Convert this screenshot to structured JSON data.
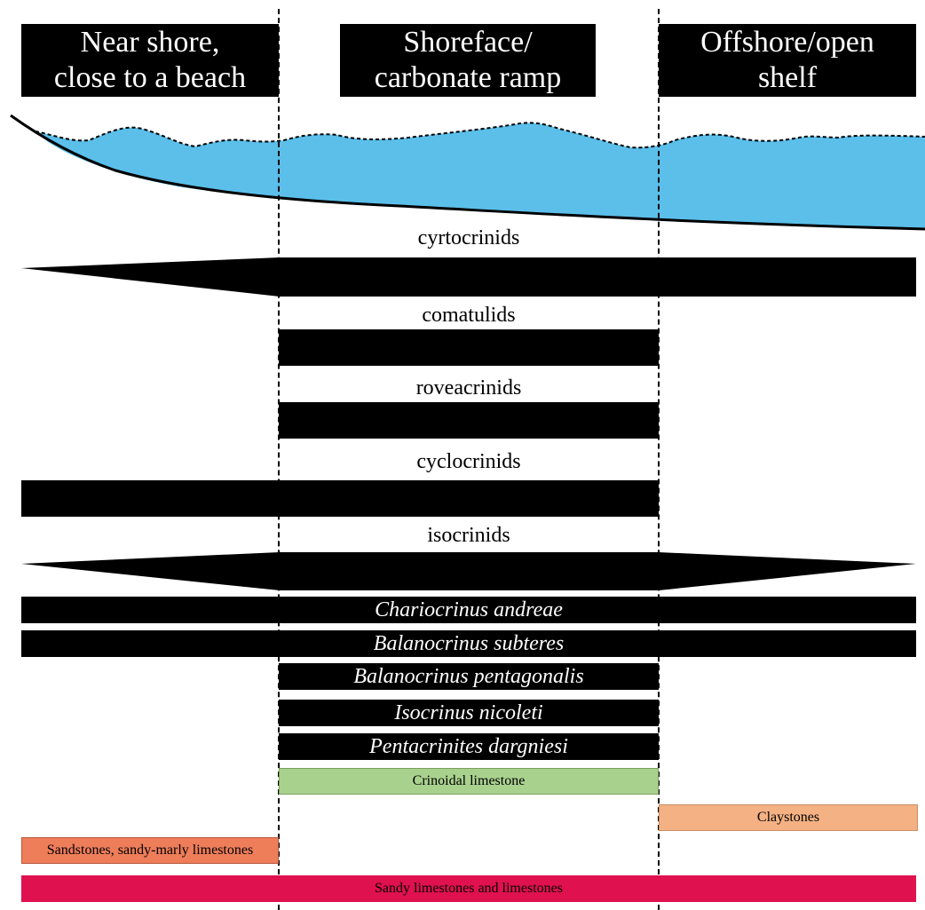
{
  "zones": {
    "near_shore": "Near shore,\nclose to a beach",
    "shoreface": "Shoreface/\ncarbonate ramp",
    "offshore": "Offshore/open\nshelf"
  },
  "taxa": {
    "cyrtocrinids": "cyrtocrinids",
    "comatulids": "comatulids",
    "roveacrinids": "roveacrinids",
    "cyclocrinids": "cyclocrinids",
    "isocrinids": "isocrinids"
  },
  "species": {
    "chariocrinus": "Chariocrinus andreae",
    "balanocrinus_subteres": "Balanocrinus subteres",
    "balanocrinus_pentagonalis": "Balanocrinus pentagonalis",
    "isocrinus": "Isocrinus nicoleti",
    "pentacrinites": "Pentacrinites dargniesi"
  },
  "lithology": {
    "crinoidal_limestone": "Crinoidal limestone",
    "claystones": "Claystones",
    "sandstones": "Sandstones, sandy-marly limestones",
    "sandy_limestones": "Sandy limestones and limestones"
  },
  "colors": {
    "water": "#5bbfea",
    "crinoidal_limestone": "#a9d18e",
    "claystones": "#f4b183",
    "sandstones": "#ee7d5a",
    "sandy_limestones": "#e0114f"
  }
}
